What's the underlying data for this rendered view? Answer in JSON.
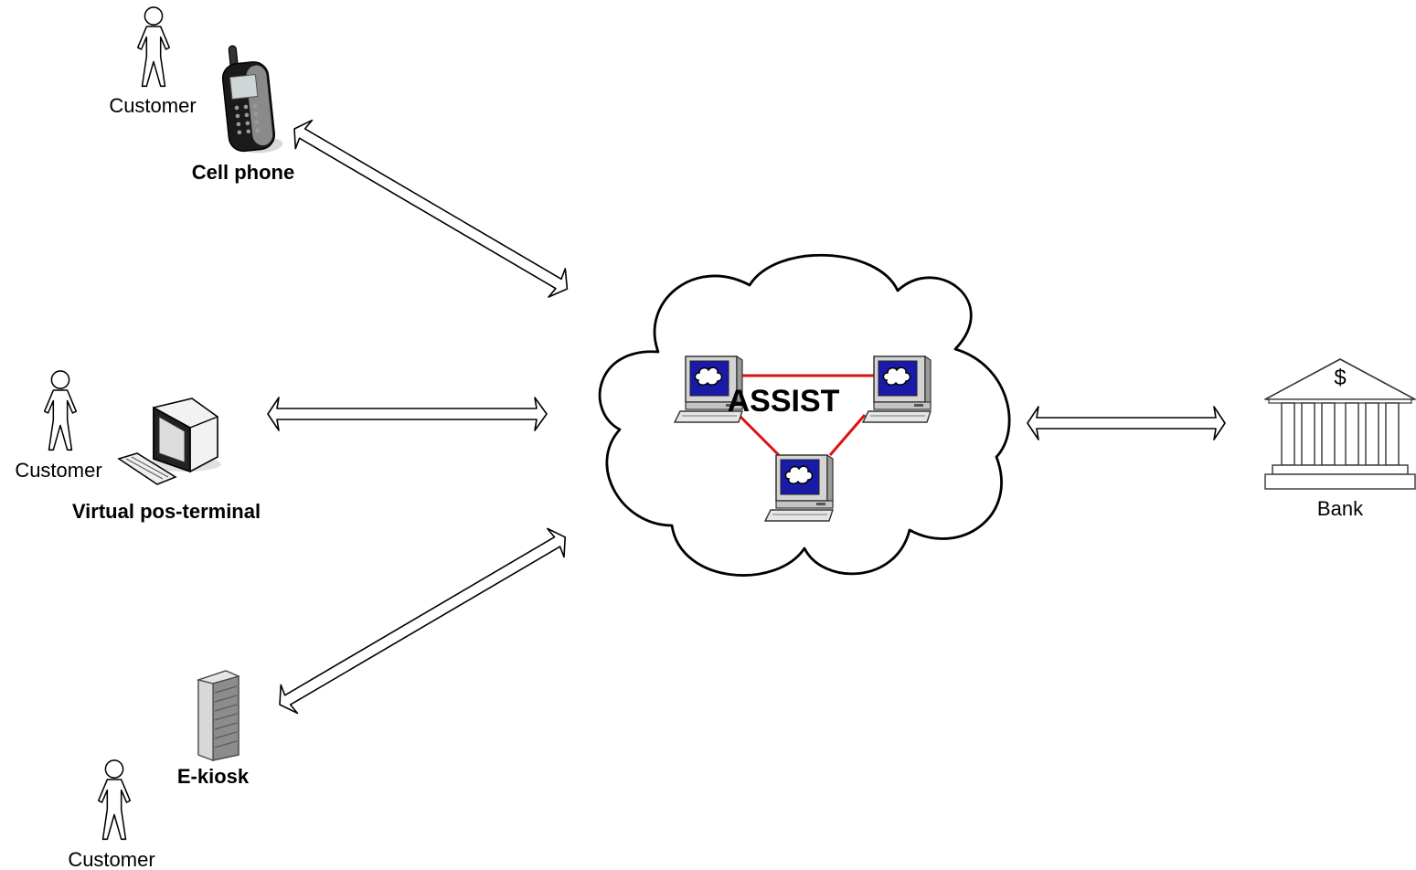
{
  "actors": {
    "customer_top": "Customer",
    "customer_middle": "Customer",
    "customer_bottom": "Customer"
  },
  "devices": {
    "cell_phone": "Cell phone",
    "virtual_pos": "Virtual pos-terminal",
    "ekiosk": "E-kiosk"
  },
  "network": {
    "label": "ASSIST",
    "link_color": "#dd1111"
  },
  "bank": {
    "label": "Bank",
    "symbol": "$"
  },
  "colors": {
    "screen_blue": "#1a1aa8",
    "monitor_gray": "#c8c8c8"
  }
}
